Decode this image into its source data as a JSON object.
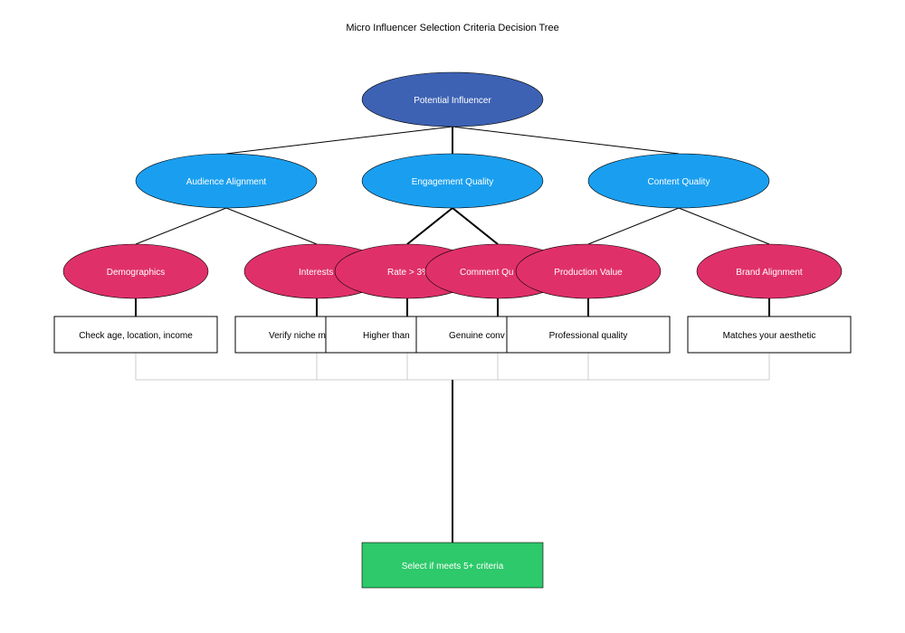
{
  "diagram": {
    "title": "Micro Influencer Selection Criteria Decision Tree",
    "colors": {
      "root": "#3d62b4",
      "category": "#1a9ff0",
      "criterion": "#e0306a",
      "decision": "#2dc96a",
      "line": "#000000",
      "connector": "#cccccc",
      "box_border": "#000000"
    },
    "root": {
      "label": "Potential Influencer"
    },
    "categories": [
      {
        "label": "Audience Alignment"
      },
      {
        "label": "Engagement Quality"
      },
      {
        "label": "Content Quality"
      }
    ],
    "criteria": [
      {
        "label": "Demographics",
        "detail": "Check age, location, income"
      },
      {
        "label": "Interests",
        "detail": "Verify niche m"
      },
      {
        "label": "Rate > 3%",
        "detail": "Higher than"
      },
      {
        "label": "Comment Qu",
        "detail": "Genuine conv"
      },
      {
        "label": "Production Value",
        "detail": "Professional quality"
      },
      {
        "label": "Brand Alignment",
        "detail": "Matches your aesthetic"
      }
    ],
    "decision": {
      "label": "Select if meets 5+ criteria"
    }
  }
}
